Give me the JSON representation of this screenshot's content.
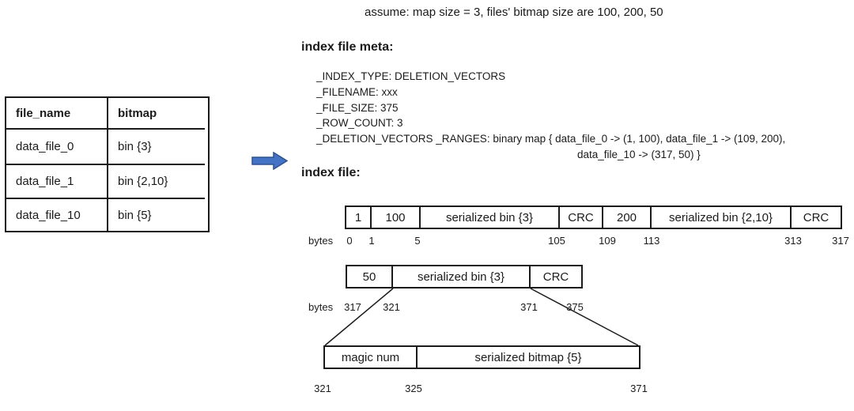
{
  "title_note": "assume: map size = 3, files' bitmap size are 100, 200, 50",
  "colors": {
    "arrow_fill": "#4472C4",
    "arrow_stroke": "#2F528F",
    "line": "#1b1b1b"
  },
  "icons": {
    "flow_arrow": "right-block-arrow"
  },
  "table": {
    "headers": [
      "file_name",
      "bitmap"
    ],
    "rows": [
      [
        "data_file_0",
        "bin {3}"
      ],
      [
        "data_file_1",
        "bin {2,10}"
      ],
      [
        "data_file_10",
        "bin {5}"
      ]
    ]
  },
  "meta": {
    "heading": "index file meta:",
    "lines": [
      "_INDEX_TYPE: DELETION_VECTORS",
      "_FILENAME: xxx",
      "_FILE_SIZE: 375",
      "_ROW_COUNT: 3",
      "_DELETION_VECTORS _RANGES: binary map { data_file_0 -> (1, 100), data_file_1 -> (109, 200),",
      "data_file_10 -> (317, 50) }"
    ]
  },
  "index_file": {
    "heading": "index file:",
    "bytes_caption": "bytes",
    "segment_rows": [
      {
        "cells": [
          "1",
          "100",
          "serialized bin {3}",
          "CRC",
          "200",
          "serialized bin {2,10}",
          "CRC"
        ],
        "byte_offsets": [
          "0",
          "1",
          "5",
          "105",
          "109",
          "113",
          "313",
          "317"
        ]
      },
      {
        "cells": [
          "50",
          "serialized bin {3}",
          "CRC"
        ],
        "byte_offsets": [
          "317",
          "321",
          "371",
          "375"
        ]
      },
      {
        "cells": [
          "magic num",
          "serialized bitmap {5}"
        ],
        "byte_offsets": [
          "321",
          "325",
          "371"
        ]
      }
    ]
  }
}
